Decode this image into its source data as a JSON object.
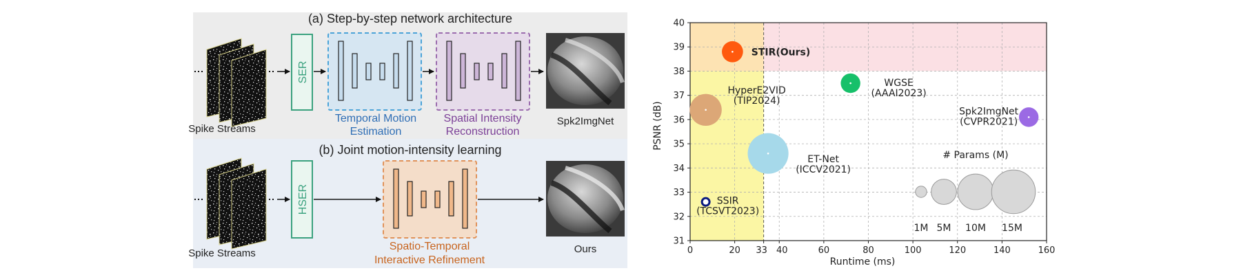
{
  "left_figure": {
    "panel_a_title": "(a) Step-by-step network architecture",
    "panel_b_title": "(b) Joint motion-intensity learning",
    "spike_streams_label": "Spike Streams",
    "ser_label": "SER",
    "hser_label": "HSER",
    "temporal_motion_line1": "Temporal Motion",
    "temporal_motion_line2": "Estimation",
    "spatial_intensity_line1": "Spatial Intensity",
    "spatial_intensity_line2": "Reconstruction",
    "spk2imgnet_output_label": "Spk2ImgNet",
    "spatio_temporal_line1": "Spatio-Temporal",
    "spatio_temporal_line2": "Interactive Refinement",
    "ours_output_label": "Ours",
    "colors": {
      "panel_a_bg": "#ececec",
      "panel_b_bg": "#e9eef5",
      "ser_green": "#3aa17e",
      "temporal_blue": "#4aa3d8",
      "temporal_fill": "#d6e6f2",
      "spatial_purple": "#9b6cae",
      "spatial_fill": "#e6dbea",
      "refine_orange": "#e0925a",
      "refine_fill": "#f4ddc9",
      "temporal_text": "#2f6eb5",
      "spatial_text": "#7b3f97",
      "refine_text": "#c8641e"
    }
  },
  "chart_data": {
    "type": "scatter",
    "xlabel": "Runtime (ms)",
    "ylabel": "PSNR (dB)",
    "xlim": [
      0,
      160
    ],
    "ylim": [
      31,
      40
    ],
    "x_ticks": [
      0,
      20,
      33,
      40,
      60,
      80,
      100,
      120,
      140,
      160
    ],
    "y_ticks": [
      31,
      32,
      33,
      34,
      35,
      36,
      37,
      38,
      39,
      40
    ],
    "grid": true,
    "points": [
      {
        "name": "STIR(Ours)",
        "x": 19,
        "y": 38.8,
        "params_m": 3.5,
        "color": "#ff5a0e",
        "label_color": "#e8121a",
        "bold": true
      },
      {
        "name": "HyperE2VID\n(TIP2024)",
        "x": 7,
        "y": 36.4,
        "params_m": 8,
        "color": "#dca777"
      },
      {
        "name": "WGSE\n(AAAI2023)",
        "x": 72,
        "y": 37.5,
        "params_m": 3,
        "color": "#17c06a"
      },
      {
        "name": "Spk2ImgNet\n(CVPR2021)",
        "x": 152,
        "y": 36.1,
        "params_m": 3,
        "color": "#9b6ae4"
      },
      {
        "name": "ET-Net\n(ICCV2021)",
        "x": 35,
        "y": 34.6,
        "params_m": 13,
        "color": "#a6d9ea"
      },
      {
        "name": "SSIR\n(TCSVT2023)",
        "x": 7,
        "y": 32.6,
        "params_m": 0.3,
        "color": "#0a1a80"
      }
    ],
    "regions": [
      {
        "x": [
          0,
          33
        ],
        "y": [
          31,
          40
        ],
        "color": "#fbf6a4"
      },
      {
        "x": [
          0,
          160
        ],
        "y": [
          38,
          40
        ],
        "color": "#fbe0e4"
      },
      {
        "x": [
          0,
          33
        ],
        "y": [
          38,
          40
        ],
        "color": "#fde3b3"
      }
    ],
    "legend": {
      "title": "# Params (M)",
      "items": [
        {
          "label": "1M",
          "params_m": 1
        },
        {
          "label": "5M",
          "params_m": 5
        },
        {
          "label": "10M",
          "params_m": 10
        },
        {
          "label": "15M",
          "params_m": 15
        }
      ],
      "color": "#d8d8d8"
    }
  }
}
